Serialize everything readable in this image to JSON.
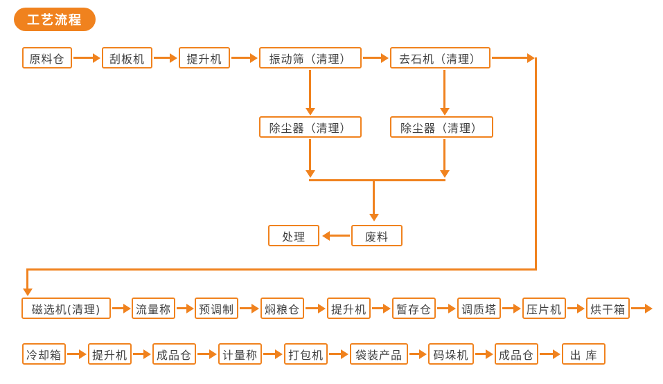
{
  "title_badge": "工艺流程",
  "colors": {
    "accent": "#F0821E",
    "text_dark": "#3F3F3F",
    "box_bg": "#FFFFFF"
  },
  "nodes": {
    "raw_silo": "原料仓",
    "scraper": "刮板机",
    "elevator1": "提升机",
    "vib_screen": "振动筛（清理）",
    "destoner": "去石机（清理）",
    "dust1": "除尘器（清理）",
    "dust2": "除尘器（清理）",
    "waste": "废料",
    "disposal": "处理",
    "magnetic": "磁选机(清理)",
    "flow_scale": "流量称",
    "preconditioner": "预调制",
    "soak_bin": "焖粮仓",
    "elevator2": "提升机",
    "temp_bin": "暂存仓",
    "cond_tower": "调质塔",
    "flaker": "压片机",
    "dryer": "烘干箱",
    "cooler": "冷却箱",
    "elevator3": "提升机",
    "product_silo1": "成品仓",
    "meter_scale": "计量称",
    "packer": "打包机",
    "bagged": "袋装产品",
    "palletizer": "码垛机",
    "product_silo2": "成品仓",
    "outbound": "出 库"
  }
}
